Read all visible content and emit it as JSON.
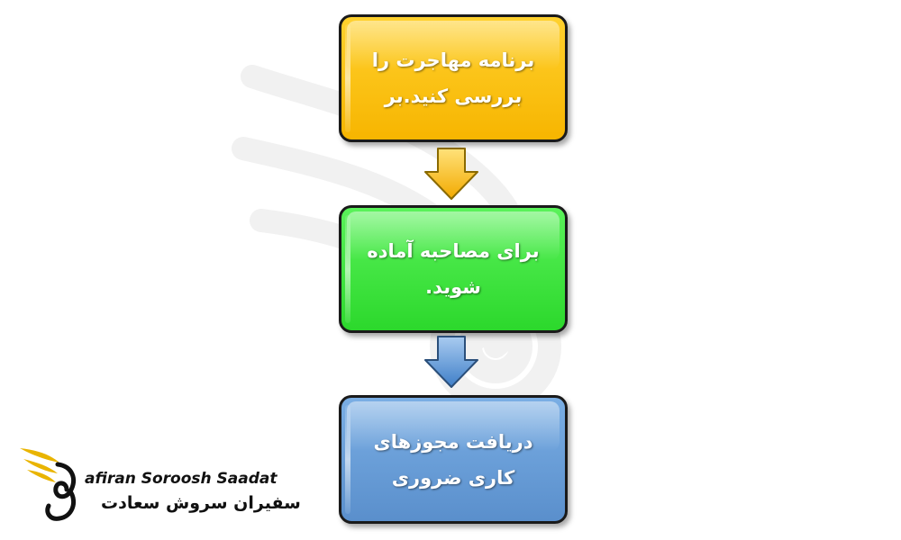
{
  "steps": [
    {
      "lines": [
        "برنامه مهاجرت را",
        "بررسی کنید.بر"
      ],
      "color": "#fcbf00"
    },
    {
      "lines": [
        "برای مصاحبه آماده",
        "شوید."
      ],
      "color": "#33e033"
    },
    {
      "lines": [
        "دریافت مجوزهای",
        "کاری ضروری"
      ],
      "color": "#6a9fd8"
    }
  ],
  "arrows": [
    {
      "color": "#fcc21a"
    },
    {
      "color": "#5b95d6"
    }
  ],
  "logo": {
    "name_en": "afiran Soroosh Saadat",
    "name_fa": "سفیران سروش سعادت",
    "icon": "phoenix-bird-icon",
    "accent": "#e9b400"
  }
}
